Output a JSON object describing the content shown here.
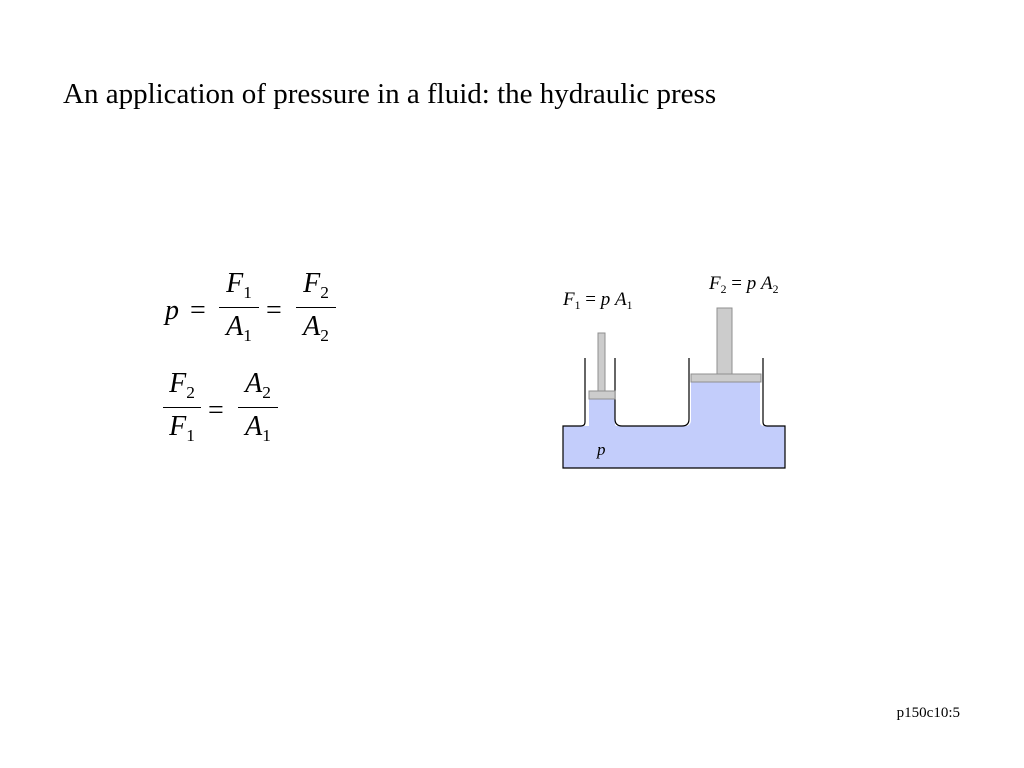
{
  "slide": {
    "title": "An application of pressure in a fluid: the hydraulic press",
    "footer": "p150c10:5"
  },
  "equation1": {
    "lhs": "p",
    "eq": "=",
    "frac1": {
      "num_sym": "F",
      "num_sub": "1",
      "den_sym": "A",
      "den_sub": "1"
    },
    "frac2": {
      "num_sym": "F",
      "num_sub": "2",
      "den_sym": "A",
      "den_sub": "2"
    }
  },
  "equation2": {
    "eq": "=",
    "frac_left": {
      "num_sym": "F",
      "num_sub": "2",
      "den_sym": "F",
      "den_sub": "1"
    },
    "frac_right": {
      "num_sym": "A",
      "num_sub": "2",
      "den_sym": "A",
      "den_sub": "1"
    }
  },
  "diagram": {
    "small_force": {
      "F": "F",
      "F_sub": "1",
      "eq": "=",
      "p": "p",
      "A": "A",
      "A_sub": "1"
    },
    "large_force": {
      "F": "F",
      "F_sub": "2",
      "eq": "=",
      "p": "p",
      "A": "A",
      "A_sub": "2"
    },
    "pressure_label": "p",
    "colors": {
      "fluid": "#c3cdfb",
      "piston": "#cccccc",
      "piston_edge": "#8f8f8f",
      "vessel": "#000000"
    }
  }
}
